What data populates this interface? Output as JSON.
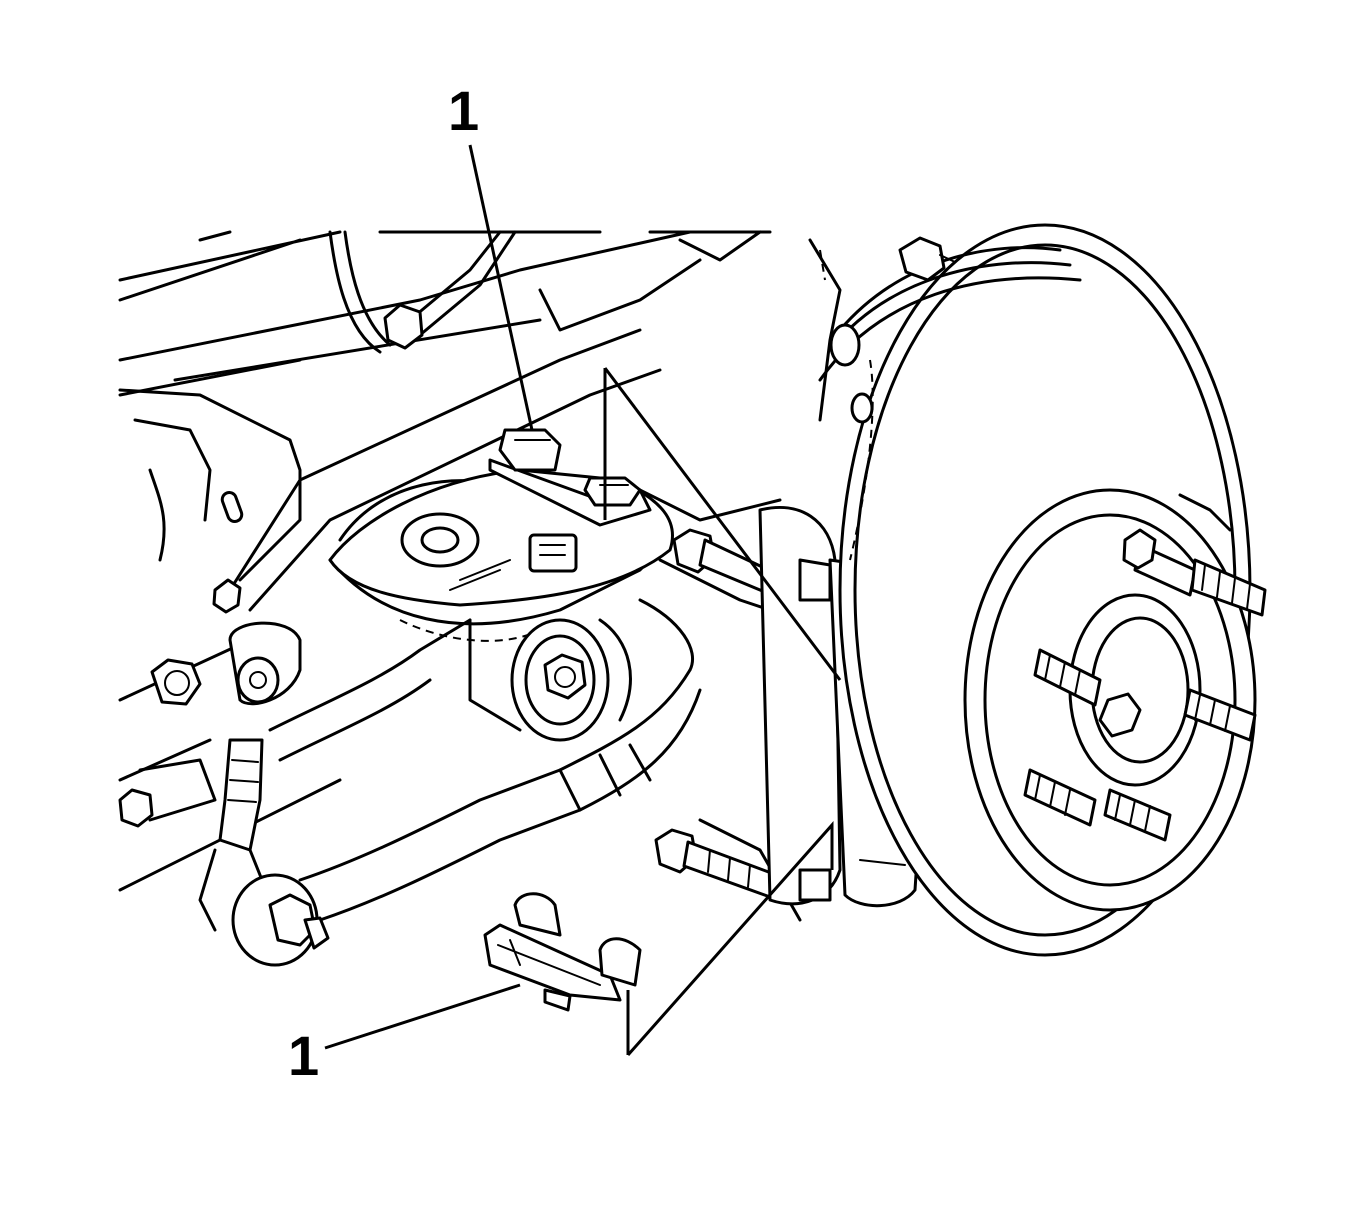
{
  "diagram": {
    "callouts": [
      {
        "id": "callout-top",
        "label": "1"
      },
      {
        "id": "callout-bottom",
        "label": "1"
      }
    ],
    "stroke_color": "#000000",
    "background_color": "#ffffff"
  }
}
